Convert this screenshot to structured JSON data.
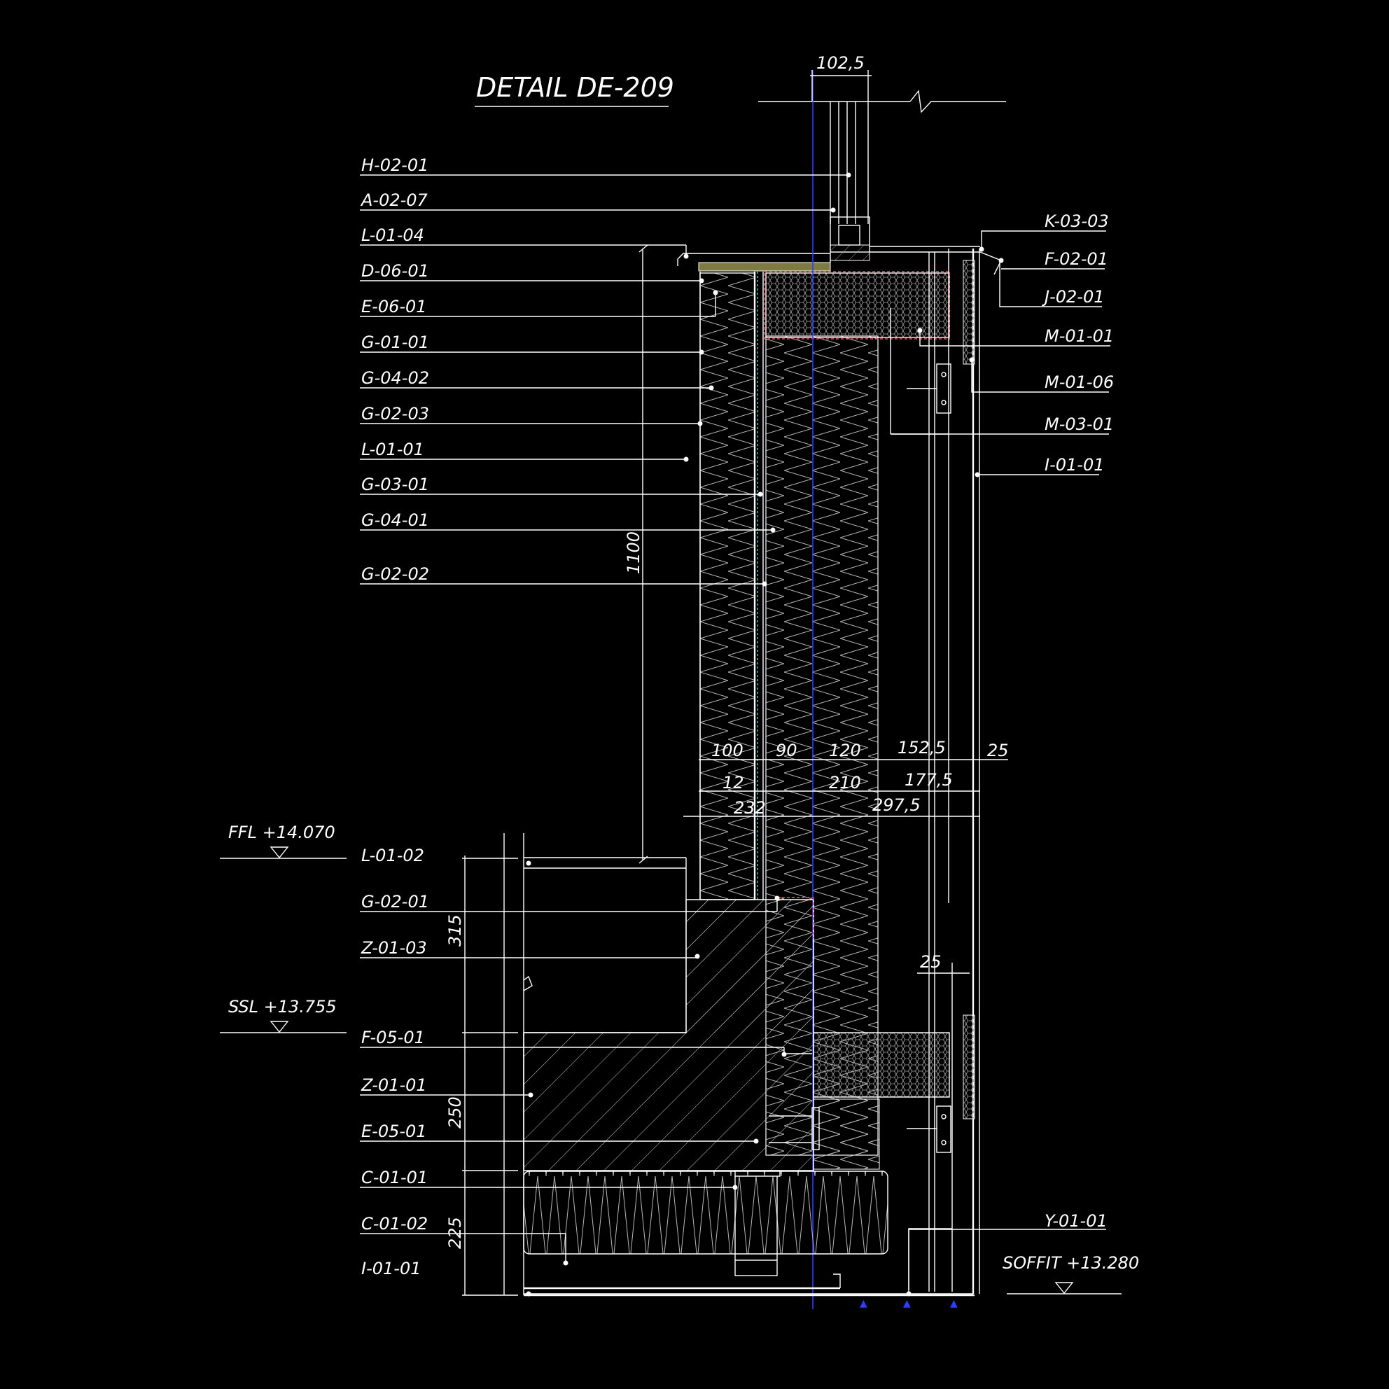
{
  "title": "DETAIL DE-209",
  "callouts_left": [
    "H-02-01",
    "A-02-07",
    "L-01-04",
    "D-06-01",
    "E-06-01",
    "G-01-01",
    "G-04-02",
    "G-02-03",
    "L-01-01",
    "G-03-01",
    "G-04-01",
    "G-02-02",
    "L-01-02",
    "G-02-01",
    "Z-01-03",
    "F-05-01",
    "Z-01-01",
    "E-05-01",
    "C-01-01",
    "C-01-02",
    "I-01-01"
  ],
  "callouts_right": [
    "K-03-03",
    "F-02-01",
    "J-02-01",
    "M-01-01",
    "M-01-06",
    "M-03-01",
    "I-01-01",
    "Y-01-01"
  ],
  "levels": {
    "ffl": "FFL +14.070",
    "ssl": "SSL +13.755",
    "soffit": "SOFFIT +13.280"
  },
  "dimensions": {
    "top": "102,5",
    "height_1100": "1100",
    "d100": "100",
    "d90": "90",
    "d120": "120",
    "d152_5": "152,5",
    "d25_top": "25",
    "d12": "12",
    "d210": "210",
    "d177_5": "177,5",
    "d232": "232",
    "d297_5": "297,5",
    "d25_lower": "25",
    "d315": "315",
    "d250": "250",
    "d225": "225"
  }
}
